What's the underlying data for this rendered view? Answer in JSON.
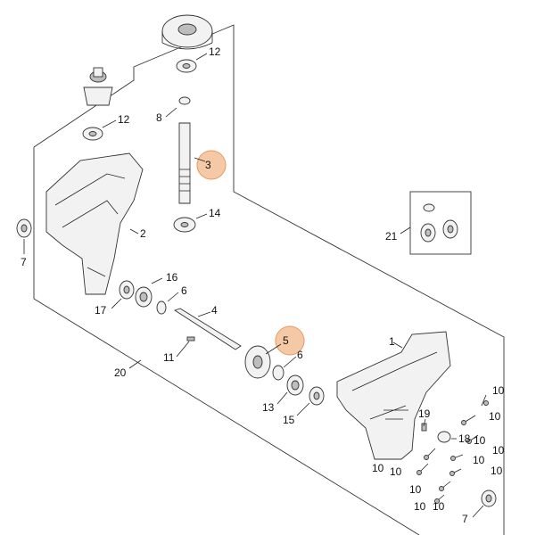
{
  "colors": {
    "highlight_fill": "#f6c9a6",
    "highlight_stroke": "#e39a63",
    "line": "#333333"
  },
  "callouts": {
    "c1": "1",
    "c2": "2",
    "c3": "3",
    "c4": "4",
    "c5": "5",
    "c6a": "6",
    "c6b": "6",
    "c7a": "7",
    "c7b": "7",
    "c8": "8",
    "c10a": "10",
    "c10b": "10",
    "c10c": "10",
    "c10d": "10",
    "c10e": "10",
    "c10f": "10",
    "c10g": "10",
    "c10h": "10",
    "c10i": "10",
    "c11": "11",
    "c12a": "12",
    "c12b": "12",
    "c13": "13",
    "c14": "14",
    "c15": "15",
    "c16": "16",
    "c17": "17",
    "c18": "18",
    "c19": "19",
    "c20": "20",
    "c21": "21"
  },
  "highlighted_parts": [
    "3",
    "5"
  ]
}
